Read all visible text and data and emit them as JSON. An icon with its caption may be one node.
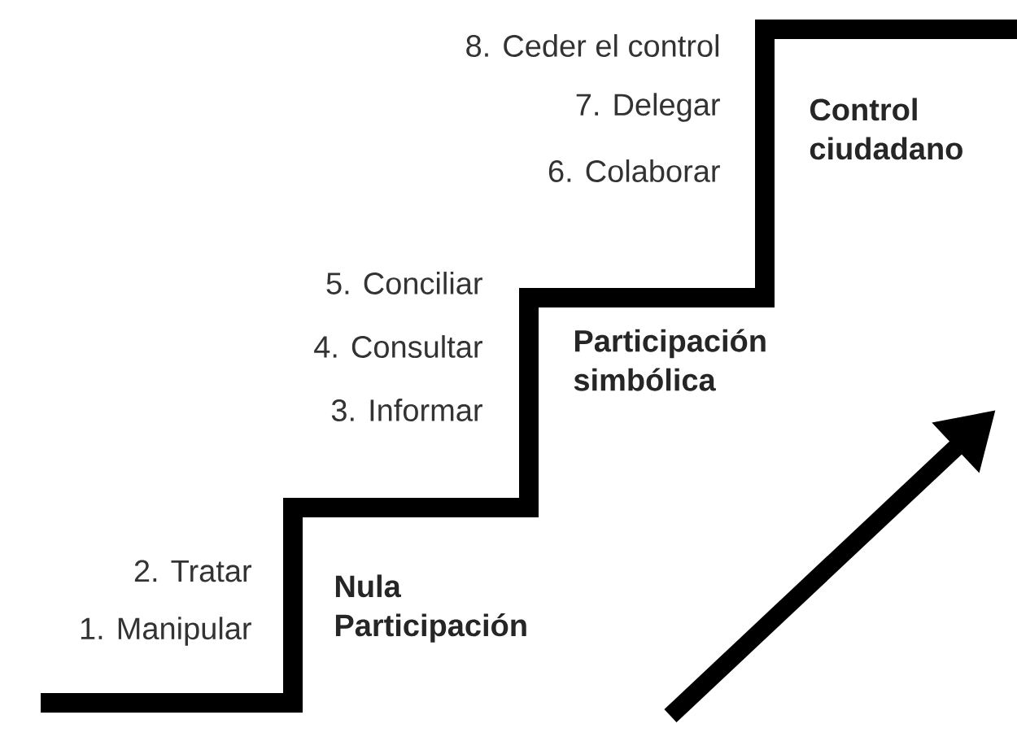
{
  "diagram": {
    "labels": [
      "8. Ceder el control",
      "7. Delegar",
      "Control ciudadano",
      "6. Colaborar",
      "5. Conciliar",
      "4. Consultar",
      "Participación simbólica",
      "3. Informar",
      "2. Tratar",
      "Nula Participación",
      "1. Manipular"
    ]
  }
}
